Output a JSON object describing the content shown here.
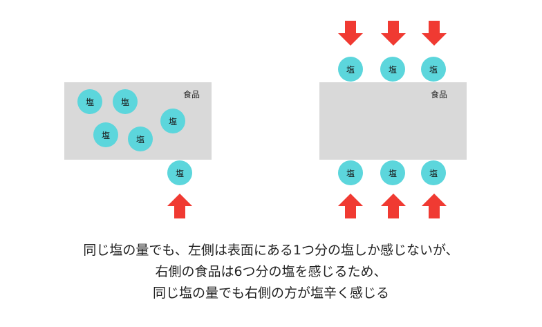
{
  "left": {
    "food_label": "食品",
    "salt_labels": [
      "塩",
      "塩",
      "塩",
      "塩",
      "塩",
      "塩"
    ]
  },
  "right": {
    "food_label": "食品",
    "top_salt_labels": [
      "塩",
      "塩",
      "塩"
    ],
    "bottom_salt_labels": [
      "塩",
      "塩",
      "塩"
    ]
  },
  "caption": {
    "line1": "同じ塩の量でも、左側は表面にある1つ分の塩しか感じないが、",
    "line2": "右側の食品は6つ分の塩を感じるため、",
    "line3": "同じ塩の量でも右側の方が塩辛く感じる"
  },
  "colors": {
    "salt": "#5cd6dc",
    "arrow": "#f03a32",
    "food": "#d9d9d9"
  }
}
